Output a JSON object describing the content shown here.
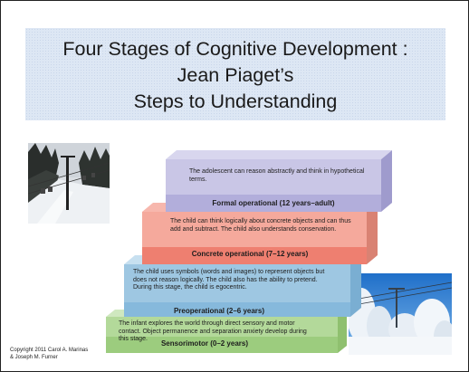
{
  "slide": {
    "title_lines": [
      "Four Stages of Cognitive Development :",
      "Jean Piaget’s",
      "Steps to Understanding"
    ],
    "copyright_lines": [
      "Copyright 2011 Carol A. Marinas",
      "& Joseph M. Furner"
    ]
  },
  "stages": {
    "formal": {
      "label": "Formal operational (12 years–adult)",
      "description": "The adolescent can reason abstractly and think in hypothetical terms.",
      "color": "#b9b6dd"
    },
    "concrete": {
      "label": "Concrete operational (7–12 years)",
      "description": "The child can think logically about concrete objects and can thus add and subtract. The child also understands conservation.",
      "color": "#f08a7d"
    },
    "preoperational": {
      "label": "Preoperational (2–6 years)",
      "description": "The child uses symbols (words and images) to represent objects but does not reason logically. The child also has the ability to pretend. During this stage, the child is egocentric.",
      "color": "#9ec7e2"
    },
    "sensorimotor": {
      "label": "Sensorimotor (0–2 years)",
      "description": "The infant explores the world through direct sensory and motor contact. Object permanence and separation anxiety develop during this stage.",
      "color": "#b3d99a"
    }
  },
  "images": {
    "left_photo": "snowy-ski-lift-photo",
    "right_photo": "frosted-ski-lift-photo"
  }
}
